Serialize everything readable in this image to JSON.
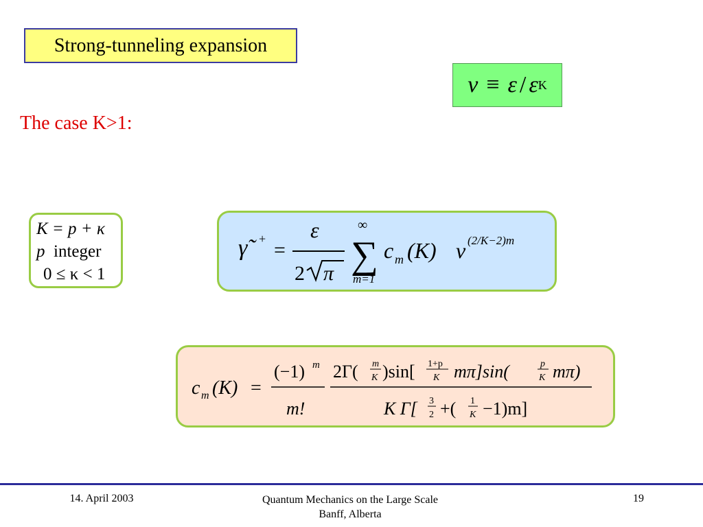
{
  "title": "Strong-tunneling expansion",
  "definition": {
    "lhs": "v",
    "equiv": "≡",
    "eps": "ε",
    "slash": "/",
    "sub": "K"
  },
  "case_label": "The case K>1:",
  "conditions": {
    "line1": "K = p + κ",
    "line2_var": "p",
    "line2_text": "integer",
    "line3": "0 ≤ κ < 1"
  },
  "gamma_formula": {
    "lhs": "γ̃",
    "sup": "+",
    "eq": "=",
    "num": "ε",
    "den_2": "2",
    "den_pi": "π",
    "sum_top": "∞",
    "sum_sym": "∑",
    "sum_bottom": "m=1",
    "c": "c",
    "c_sub": "m",
    "paren_K": "(K)",
    "v": "v",
    "exponent": "(2/K−2)m"
  },
  "cm_formula": {
    "lhs_c": "c",
    "lhs_sub": "m",
    "lhs_paren": "(K)",
    "eq": "=",
    "frac1_num": "(−1)",
    "frac1_num_sup": "m",
    "frac1_den": "m!",
    "num_2gamma": "2Γ(",
    "m_over_K_num": "m",
    "m_over_K_den": "K",
    "sin_open": ")sin[",
    "onep_num": "1+p",
    "onep_den": "K",
    "mpi_close": "mπ]sin(",
    "p_num": "p",
    "p_den": "K",
    "mpi_end": "mπ)",
    "den_K_gamma": "K Γ[",
    "three_num": "3",
    "three_den": "2",
    "plus_paren": "+(",
    "one_num": "1",
    "one_den": "K",
    "minus_one": "−1)m]"
  },
  "footer": {
    "date": "14. April 2003",
    "center_line1": "Quantum Mechanics on the Large Scale",
    "center_line2": "Banff, Alberta",
    "page": "19"
  }
}
